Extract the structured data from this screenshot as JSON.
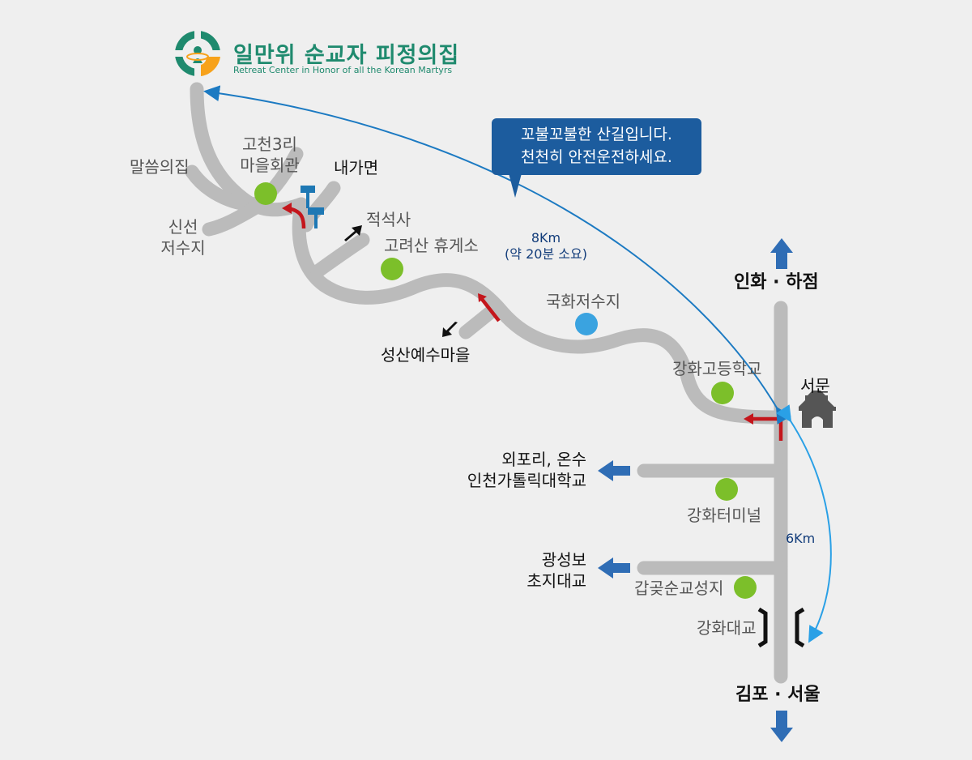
{
  "logo": {
    "title": "일만위 순교자 피정의집",
    "subtitle": "Retreat Center in Honor of all the Korean Martyrs",
    "icon": "martyrs-logo-icon",
    "color": "#1f8a6e",
    "accent": "#f7a21b"
  },
  "callout": {
    "line1": "꼬불꼬불한 산길입니다.",
    "line2": "천천히 안전운전하세요."
  },
  "distances": {
    "upper_km": "8Km",
    "upper_time": "(약 20분 소요)",
    "lower_km": "6Km"
  },
  "places": {
    "malsseum": "말씀의집",
    "gocheon_1": "고천3리",
    "gocheon_2": "마을회관",
    "naegamyeon": "내가면",
    "sinseon_1": "신선",
    "sinseon_2": "저수지",
    "jeokseoksa": "적석사",
    "goryeosan": "고려산 휴게소",
    "gukhwa": "국화저수지",
    "seongsan": "성산예수마을",
    "ganghwa_high": "강화고등학교",
    "seomun": "서문",
    "incheon_hajeom": "인화 · 하점",
    "oepo_1": "외포리, 온수",
    "oepo_2": "인천가톨릭대학교",
    "terminal": "강화터미널",
    "gwangseong_1": "광성보",
    "gwangseong_2": "초지대교",
    "gapgot": "갑곶순교성지",
    "ganghwa_bridge": "강화대교",
    "gimpo_seoul": "김포 · 서울"
  },
  "colors": {
    "road": "#bbbbbb",
    "poi_green": "#7cbf2a",
    "poi_blue": "#3aa3e0",
    "route_red": "#c4161c",
    "direction_blue": "#2f6db5",
    "route_line": "#1c7ac2"
  }
}
